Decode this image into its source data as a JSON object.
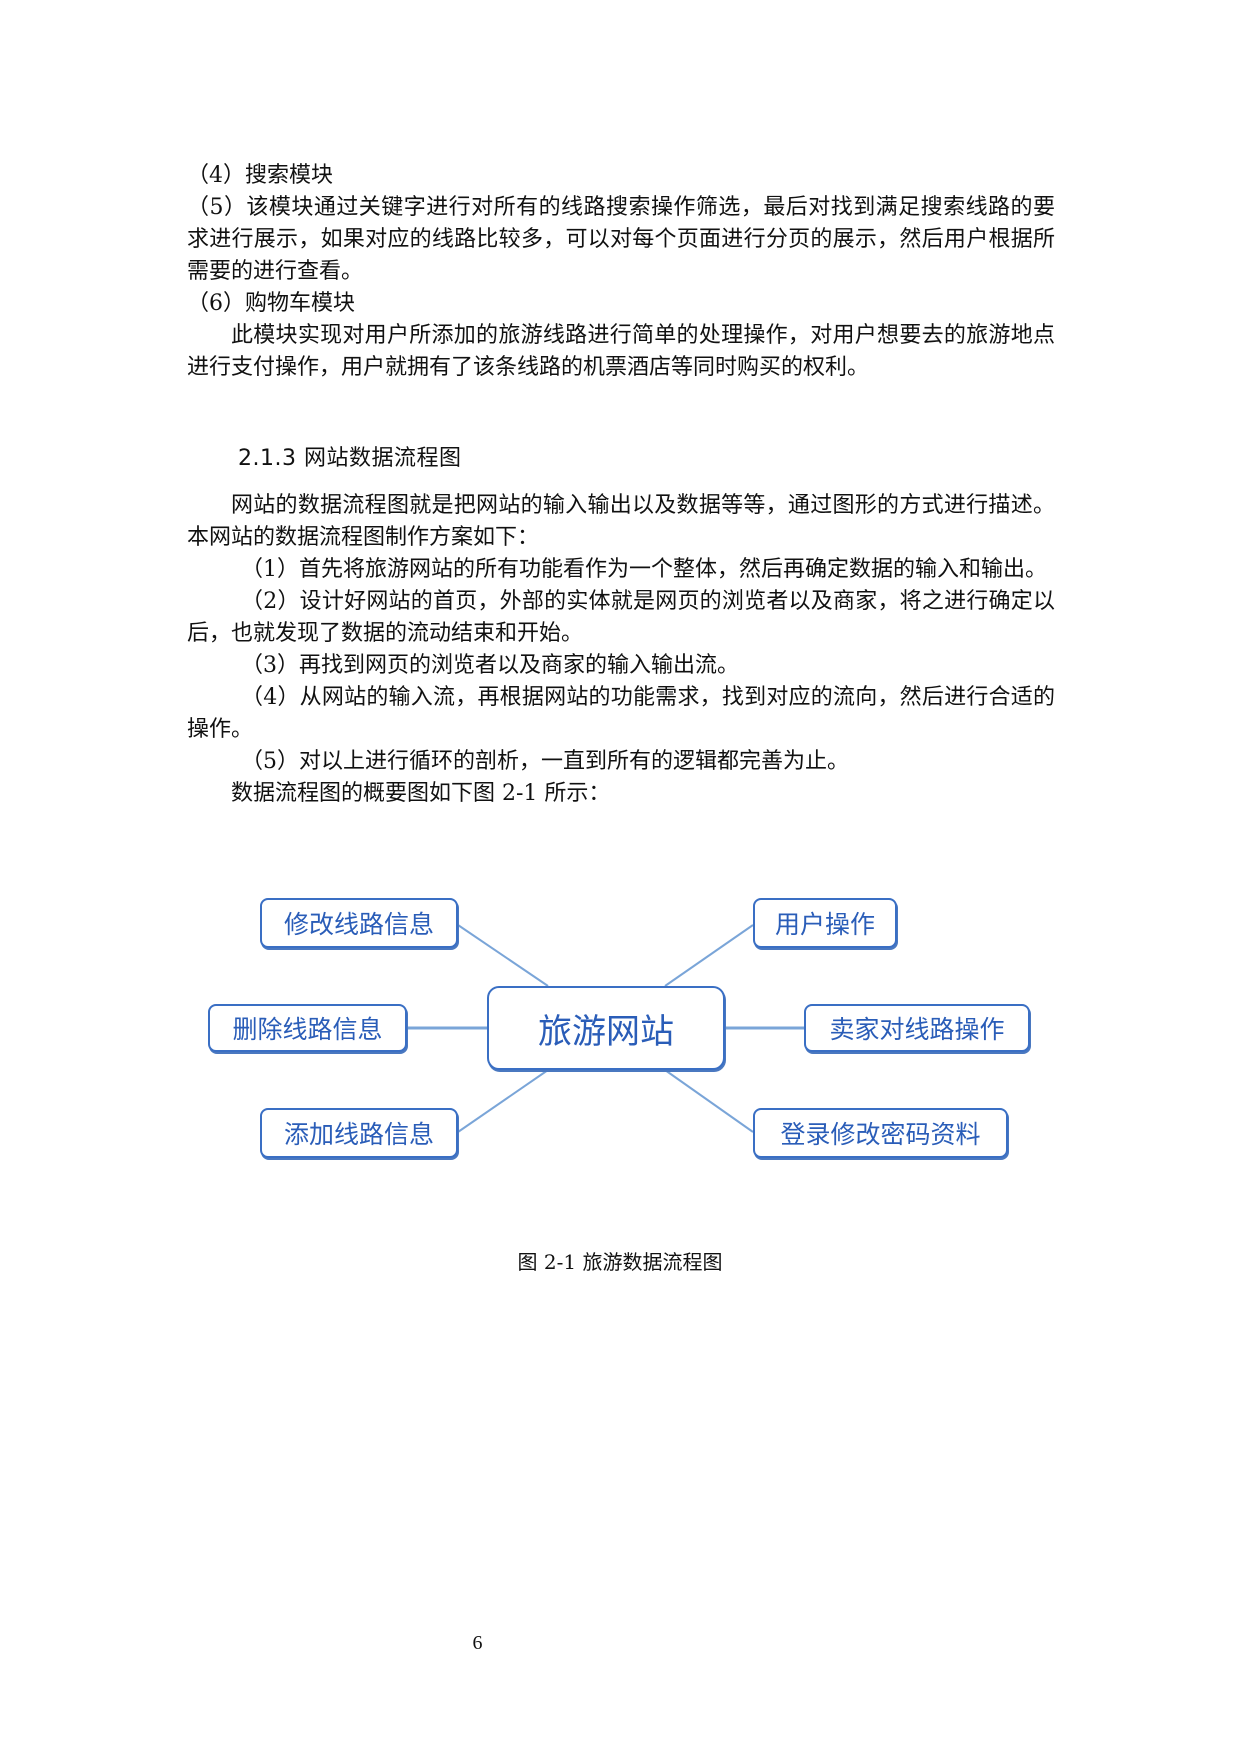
{
  "body_top": {
    "lines": [
      "（4）搜索模块",
      "（5）该模块通过关键字进行对所有的线路搜索操作筛选，最后对找到满足搜索线路的要求进行展示，如果对应的线路比较多，可以对每个页面进行分页的展示，然后用户根据所需要的进行查看。",
      "（6）购物车模块",
      "此模块实现对用户所添加的旅游线路进行简单的处理操作，对用户想要去的旅游地点进行支付操作，用户就拥有了该条线路的机票酒店等同时购买的权利。"
    ]
  },
  "section": {
    "heading": "2.1.3 网站数据流程图"
  },
  "body_section": {
    "intro": "网站的数据流程图就是把网站的输入输出以及数据等等，通过图形的方式进行描述。本网站的数据流程图制作方案如下：",
    "steps": [
      "（1）首先将旅游网站的所有功能看作为一个整体，然后再确定数据的输入和输出。",
      "（2）设计好网站的首页，外部的实体就是网页的浏览者以及商家，将之进行确定以后，也就发现了数据的流动结束和开始。",
      "（3）再找到网页的浏览者以及商家的输入输出流。",
      "（4）从网站的输入流，再根据网站的功能需求，找到对应的流向，然后进行合适的操作。",
      "（5）对以上进行循环的剖析，一直到所有的逻辑都完善为止。"
    ],
    "figure_ref": "数据流程图的概要图如下图 2-1 所示："
  },
  "diagram": {
    "center": "旅游网站",
    "nodes": {
      "top_left": "修改线路信息",
      "mid_left": "删除线路信息",
      "bottom_left": "添加线路信息",
      "top_right": "用户操作",
      "mid_right": "卖家对线路操作",
      "bottom_right": "登录修改密码资料"
    },
    "colors": {
      "border": "#3a6fc4",
      "text": "#2a5db8",
      "line": "#7aa5d8"
    }
  },
  "figure": {
    "caption": "图 2-1 旅游数据流程图"
  },
  "footer": {
    "page_number": "6"
  }
}
